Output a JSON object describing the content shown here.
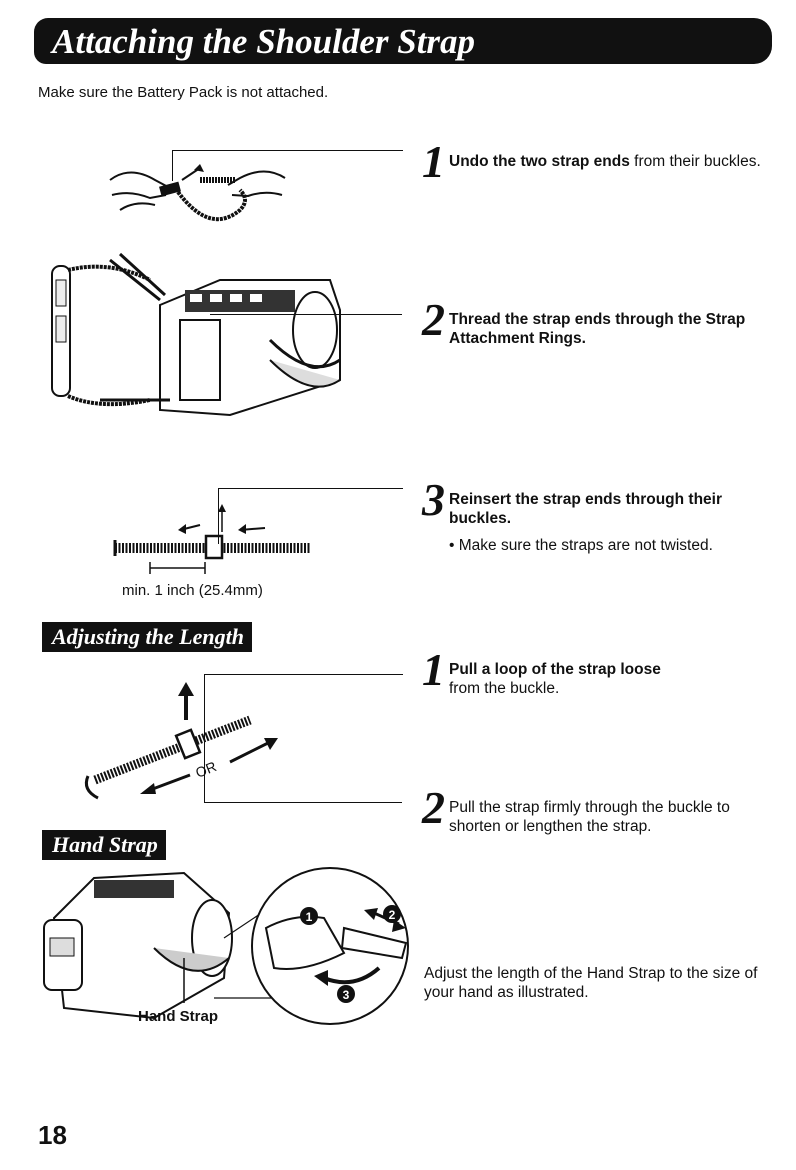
{
  "header": {
    "title": "Attaching the Shoulder Strap",
    "intro": "Make sure the Battery Pack is not attached."
  },
  "attach_steps": [
    {
      "number": "1",
      "bold": "Undo the two strap ends",
      "rest": " from their buckles."
    },
    {
      "number": "2",
      "bold": "Thread the strap ends through the Strap Attachment Rings.",
      "rest": ""
    },
    {
      "number": "3",
      "bold": "Reinsert the strap ends through their buckles.",
      "rest": "",
      "note": "• Make sure the straps are not twisted."
    }
  ],
  "min_caption": "min. 1 inch (25.4mm)",
  "adjust": {
    "heading": "Adjusting the Length",
    "or_label": "OR",
    "steps": [
      {
        "number": "1",
        "bold": "Pull a loop of the strap loose",
        "rest": "from the buckle."
      },
      {
        "number": "2",
        "bold": "",
        "rest": "Pull the strap firmly through the buckle to shorten or lengthen the strap."
      }
    ]
  },
  "hand_strap": {
    "heading": "Hand Strap",
    "label": "Hand Strap",
    "markers": [
      "1",
      "2",
      "3"
    ],
    "text": "Adjust the length of the Hand Strap to the size of your hand as illustrated."
  },
  "page_number": "18"
}
